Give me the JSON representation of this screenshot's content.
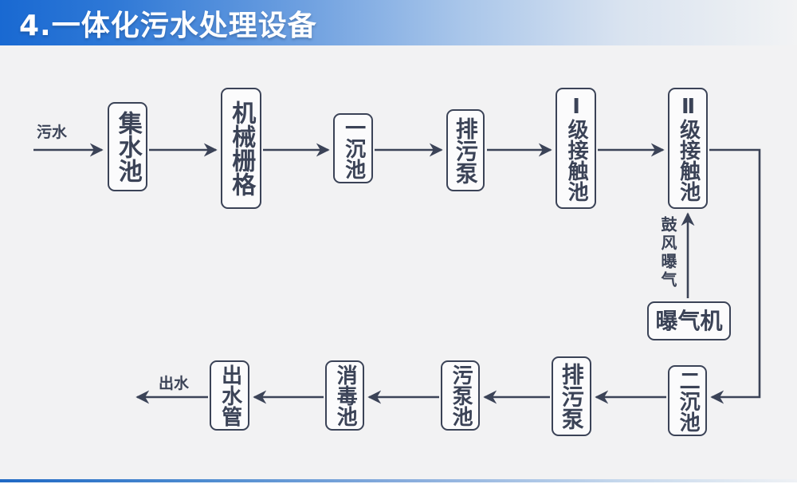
{
  "header": {
    "title": "4.一体化污水处理设备"
  },
  "flow": {
    "inflow_label": "污水",
    "outflow_label": "出水",
    "aeration_label": "鼓风曝气",
    "nodes": {
      "collecting_tank": "集水池",
      "mechanical_grid": "机械栅格",
      "primary_sedimentation": "一沉池",
      "sewage_pump_1": "排污泵",
      "contact_tank_1": "Ⅰ级接触池",
      "contact_tank_2": "Ⅱ级接触池",
      "aerator": "曝气机",
      "secondary_sedimentation": "二沉池",
      "sewage_pump_2": "排污泵",
      "sludge_pump_tank": "污泵池",
      "disinfection_tank": "消毒池",
      "outlet_pipe": "出水管"
    }
  },
  "colors": {
    "ink": "#3b4357",
    "background": "#f2f2f3",
    "box_fill": "#fbfbfc",
    "header_gradient_start": "#1969d2",
    "header_gradient_end": "#f2f3f4",
    "accent_bar_start": "#2069c4",
    "accent_bar_end": "#eef1f5",
    "title_text": "#ffffff"
  }
}
